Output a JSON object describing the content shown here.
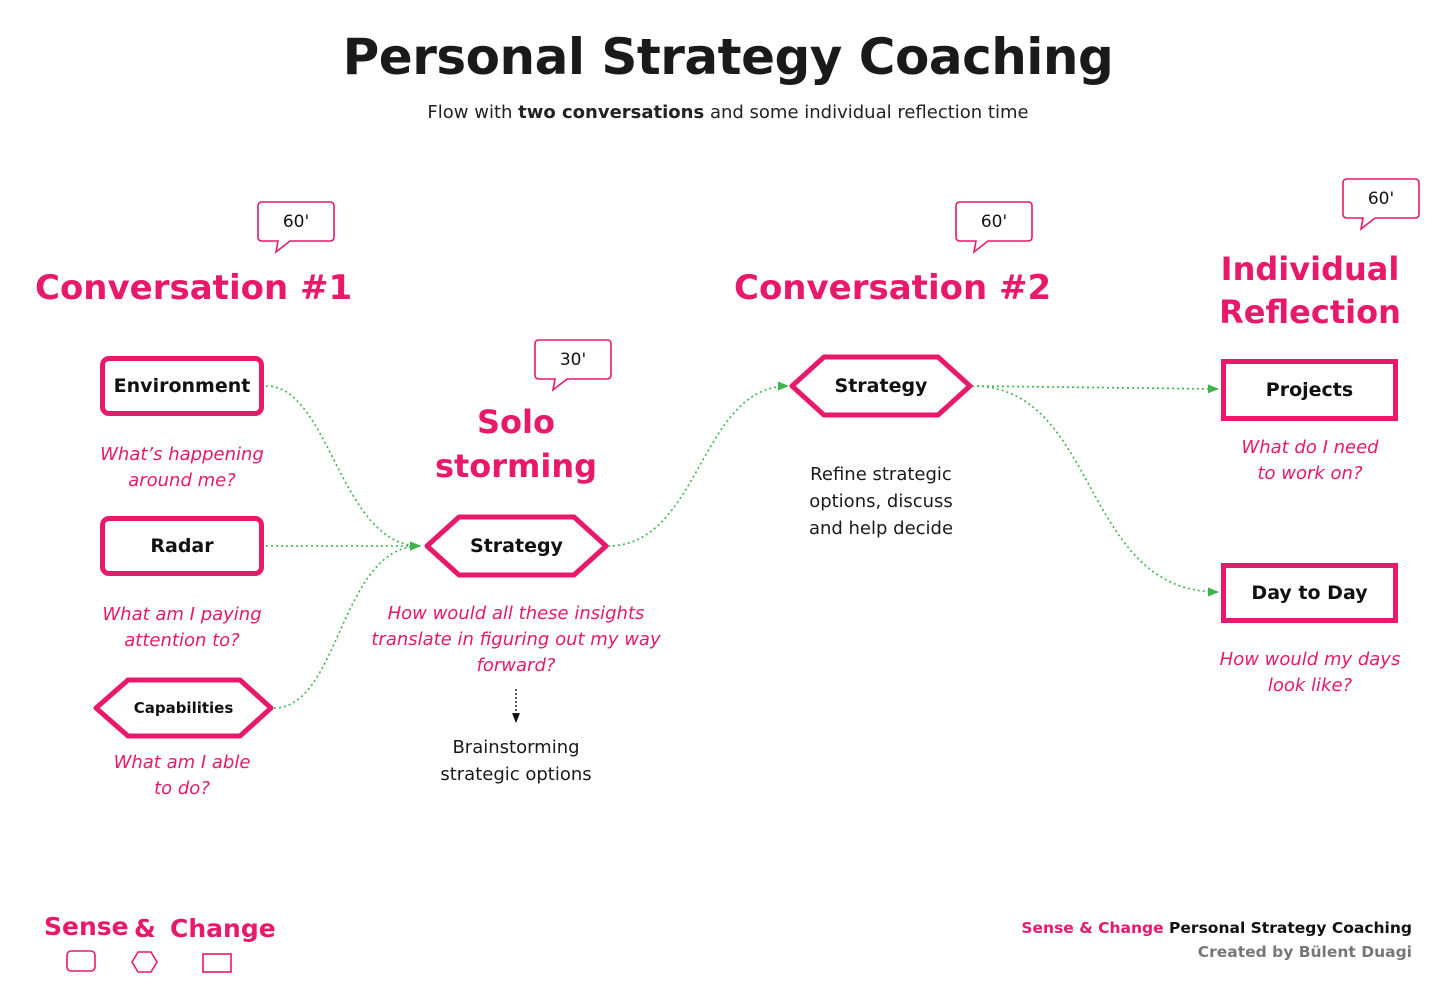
{
  "header": {
    "title": "Personal Strategy Coaching",
    "subtitle_pre": "Flow with ",
    "subtitle_bold": "two conversations",
    "subtitle_post": " and some individual reflection time"
  },
  "conversation1": {
    "title": "Conversation #1",
    "duration": "60'",
    "environment": {
      "label": "Environment",
      "question_line1": "What’s happening",
      "question_line2": "around me?"
    },
    "radar": {
      "label": "Radar",
      "question_line1": "What am I paying",
      "question_line2": "attention to?"
    },
    "capabilities": {
      "label": "Capabilities",
      "question_line1": "What am I able",
      "question_line2": "to do?"
    }
  },
  "solo": {
    "title_line1": "Solo",
    "title_line2": "storming",
    "duration": "30'",
    "node_label": "Strategy",
    "question_line1": "How would all these insights",
    "question_line2": "translate in figuring out my way",
    "question_line3": "forward?",
    "note_line1": "Brainstorming",
    "note_line2": "strategic options"
  },
  "conversation2": {
    "title": "Conversation #2",
    "duration": "60'",
    "node_label": "Strategy",
    "note_line1": "Refine strategic",
    "note_line2": "options, discuss",
    "note_line3": "and help decide"
  },
  "reflection": {
    "title_line1": "Individual",
    "title_line2": "Reflection",
    "duration": "60'",
    "projects": {
      "label": "Projects",
      "question_line1": "What do I need",
      "question_line2": "to work on?"
    },
    "daytoday": {
      "label": "Day to Day",
      "question_line1": "How would my days",
      "question_line2": "look like?"
    }
  },
  "legend": {
    "sense": "Sense",
    "amp": "&",
    "change": "Change"
  },
  "footer": {
    "brand": "Sense & Change",
    "product": " Personal Strategy Coaching",
    "credit": "Created by Bülent Duagi"
  },
  "colors": {
    "accent": "#e8186b",
    "connector": "#3cb44b"
  }
}
